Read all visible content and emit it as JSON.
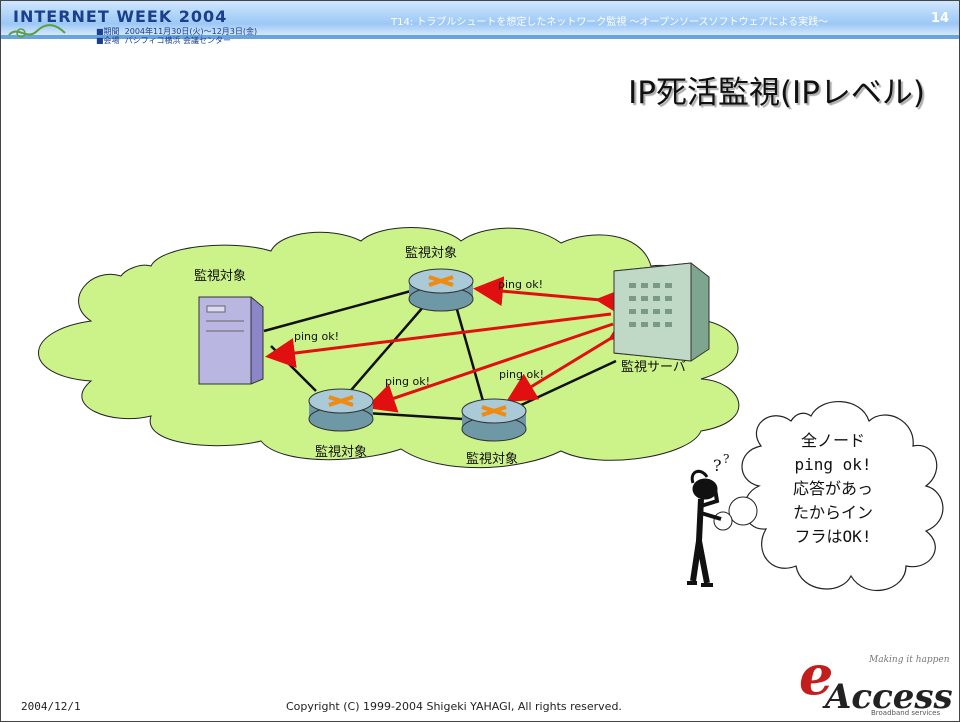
{
  "header": {
    "logo": "INTERNET WEEK 2004",
    "logo_sub": "■期間  2004年11月30日(火)〜12月3日(金)\n■会場  パシフィコ横浜 会議センター",
    "session_title": "T14: トラブルシュートを想定したネットワーク監視 ～オープンソースソフトウェアによる実践～",
    "page_number": "14"
  },
  "title": "IP死活監視(IPレベル)",
  "diagram": {
    "server_label": "監視対象",
    "router_top_label": "監視対象",
    "router_left_label": "監視対象",
    "router_right_label": "監視対象",
    "monitor_label": "監視サーバ",
    "ping_labels": [
      "ping ok!",
      "ping ok!",
      "ping ok!",
      "ping ok!"
    ],
    "bubble_lines": [
      "全ノード",
      "ping ok!",
      "応答があっ",
      "たからイン",
      "フラはOK!"
    ]
  },
  "footer": {
    "date": "2004/12/1",
    "copyright": "Copyright (C) 1999-2004 Shigeki YAHAGI, All rights reserved."
  },
  "brand": {
    "letter": "e",
    "name": "Access",
    "tagline": "Making it happen",
    "sub": "Broadband services"
  },
  "colors": {
    "cloud": "#ccf28a",
    "arrow": "#e01010",
    "router": "#8fb4c0",
    "router_arrow": "#f08a10"
  }
}
